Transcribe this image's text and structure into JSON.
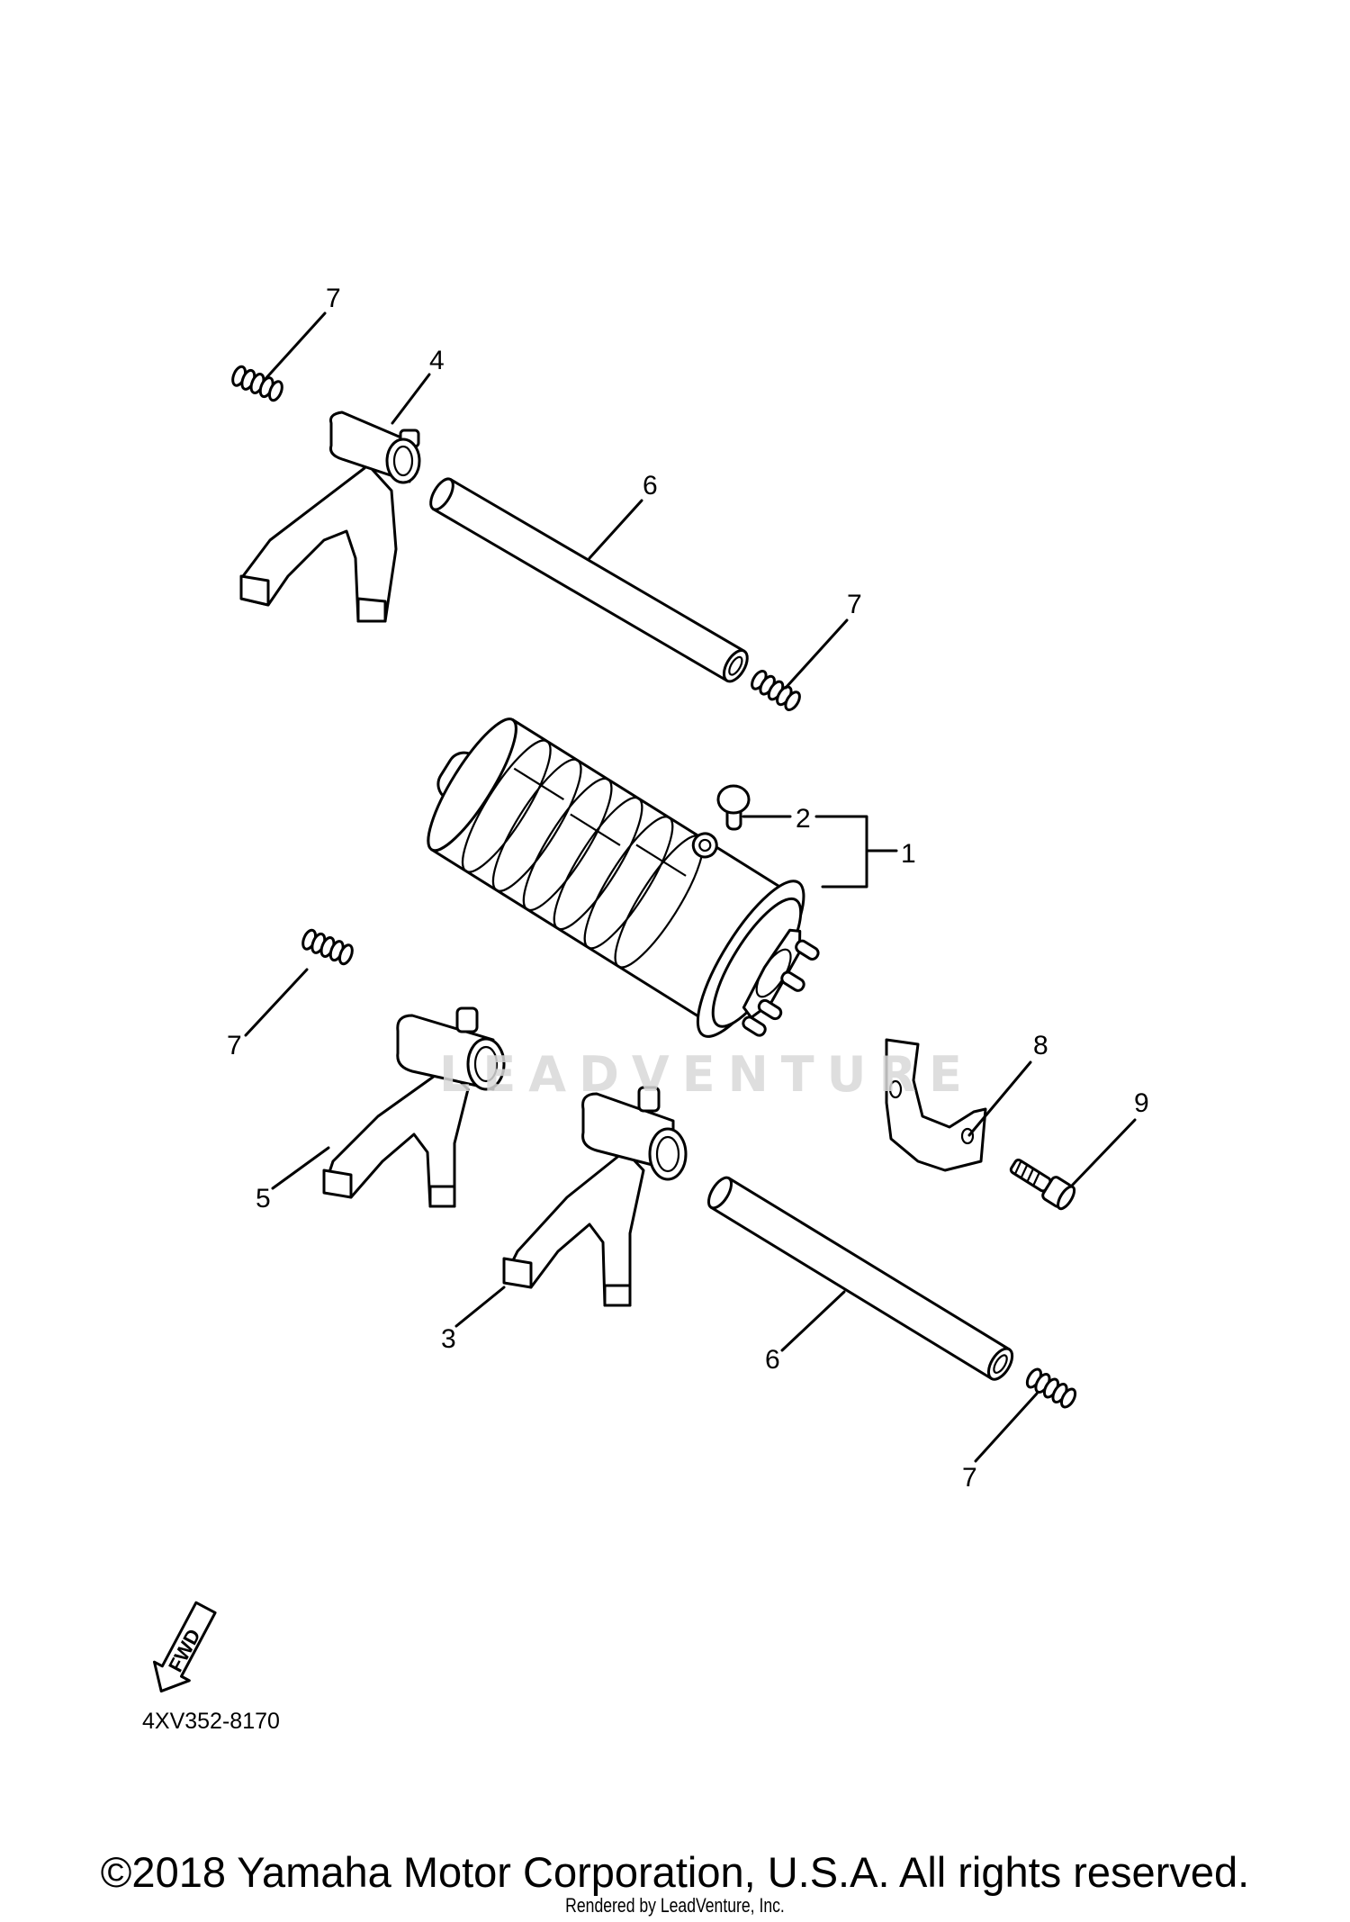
{
  "diagram": {
    "callouts": [
      {
        "id": "callout-7a",
        "label": "7"
      },
      {
        "id": "callout-4",
        "label": "4"
      },
      {
        "id": "callout-6a",
        "label": "6"
      },
      {
        "id": "callout-7b",
        "label": "7"
      },
      {
        "id": "callout-2",
        "label": "2"
      },
      {
        "id": "callout-1",
        "label": "1"
      },
      {
        "id": "callout-7c",
        "label": "7"
      },
      {
        "id": "callout-8",
        "label": "8"
      },
      {
        "id": "callout-9",
        "label": "9"
      },
      {
        "id": "callout-5",
        "label": "5"
      },
      {
        "id": "callout-3",
        "label": "3"
      },
      {
        "id": "callout-6b",
        "label": "6"
      },
      {
        "id": "callout-7d",
        "label": "7"
      }
    ],
    "fwd_label": "FWD",
    "watermark": "LEADVENTURE",
    "part_number": "4XV352-8170"
  },
  "footer": {
    "copyright": "©2018 Yamaha Motor Corporation, U.S.A. All rights reserved.",
    "rendered_by": "Rendered by LeadVenture, Inc."
  }
}
